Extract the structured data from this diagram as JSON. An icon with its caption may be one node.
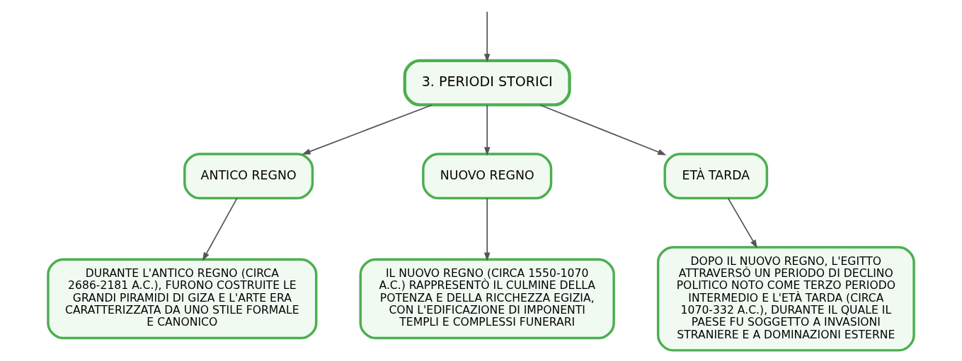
{
  "diagram": {
    "nodes": [
      {
        "text": [
          "3. PERIODI STORICI"
        ]
      },
      {
        "text": [
          "ANTICO REGNO"
        ]
      },
      {
        "text": [
          "NUOVO REGNO"
        ]
      },
      {
        "text": [
          "ETÀ TARDA"
        ]
      },
      {
        "text": [
          "DURANTE L'ANTICO REGNO (CIRCA 2686-2181 A.C.), FURONO COSTRUITE LE GRANDI PIRAMIDI DI GIZA E L'ARTE ERA CARATTERIZZATA DA UNO STILE FORMALE E CANONICO"
        ]
      },
      {
        "text": [
          "IL NUOVO REGNO (CIRCA 1550-1070 A.C.) RAPPRESENTÒ IL CULMINE DELLA POTENZA E DELLA RICCHEZZA EGIZIA, CON L'EDIFICAZIONE DI IMPONENTI TEMPLI E COMPLESSI FUNERARI"
        ]
      },
      {
        "text": [
          "DOPO IL NUOVO REGNO, L'EGITTO ATTRAVERSÒ UN PERIODO DI DECLINO POLITICO NOTO COME TERZO PERIODO INTERMEDIO E L'ETÀ TARDA (CIRCA 1070-332 A.C.), DURANTE IL QUALE IL PAESE FU SOGGETTO A INVASIONI STRANIERE E A DOMINAZIONI ESTERNE"
        ]
      }
    ],
    "edges": [
      {
        "from": null,
        "to": 0,
        "arrow": "to"
      },
      {
        "from": 0,
        "to": 1,
        "arrow": "to"
      },
      {
        "from": 0,
        "to": 2,
        "arrow": "to"
      },
      {
        "from": 0,
        "to": 3,
        "arrow": "to"
      },
      {
        "from": 1,
        "to": 4,
        "arrow": "to"
      },
      {
        "from": 2,
        "to": 5,
        "arrow": "to"
      },
      {
        "from": 3,
        "to": 6,
        "arrow": "to"
      }
    ]
  }
}
